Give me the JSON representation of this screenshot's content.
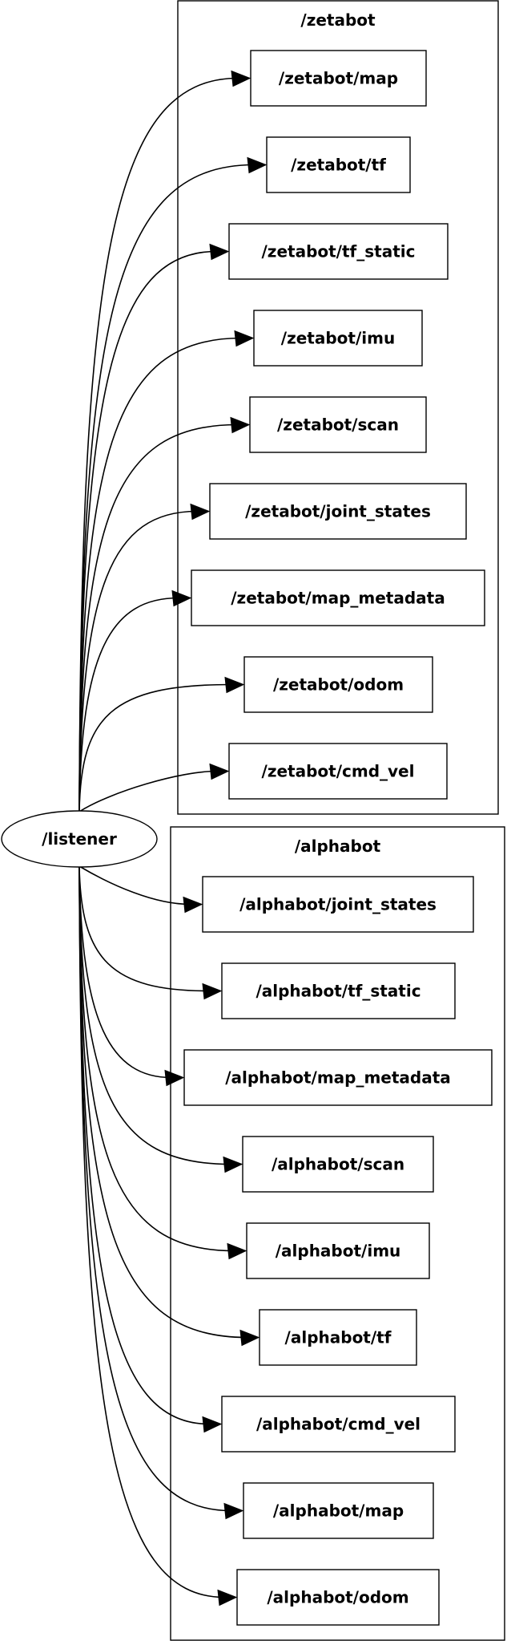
{
  "graph": {
    "node": {
      "label": "/listener"
    },
    "clusters": [
      {
        "id": "zetabot",
        "label": "/zetabot",
        "topics": [
          "/zetabot/map",
          "/zetabot/tf",
          "/zetabot/tf_static",
          "/zetabot/imu",
          "/zetabot/scan",
          "/zetabot/joint_states",
          "/zetabot/map_metadata",
          "/zetabot/odom",
          "/zetabot/cmd_vel"
        ]
      },
      {
        "id": "alphabot",
        "label": "/alphabot",
        "topics": [
          "/alphabot/joint_states",
          "/alphabot/tf_static",
          "/alphabot/map_metadata",
          "/alphabot/scan",
          "/alphabot/imu",
          "/alphabot/tf",
          "/alphabot/cmd_vel",
          "/alphabot/map",
          "/alphabot/odom"
        ]
      }
    ]
  }
}
